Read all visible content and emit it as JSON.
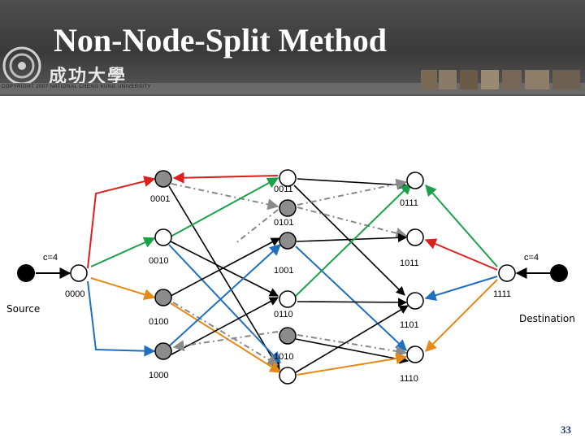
{
  "header": {
    "title": "Non-Node-Split Method",
    "school_name": "成功大學",
    "copyright": "COPYRIGHT 2007 NATIONAL CHENG KUNG UNIVERSITY"
  },
  "diagram": {
    "source_label": "Source",
    "destination_label": "Destination",
    "source_capacity": "c=4",
    "destination_capacity": "c=4",
    "node_labels": {
      "0000": "0000",
      "0001": "0001",
      "0010": "0010",
      "0100": "0100",
      "1000": "1000",
      "0011": "0011",
      "0101": "0101",
      "1001": "1001",
      "0110": "0110",
      "1010": "1010",
      "0111": "0111",
      "1011": "1011",
      "1101": "1101",
      "1110": "1110",
      "1111": "1111"
    },
    "colors": {
      "red": "#dd1f1f",
      "blue": "#1f6fbf",
      "green": "#1aa14a",
      "orange": "#e58a17",
      "black": "#000000",
      "dashed": "#8a8a8a",
      "gray_node": "#8c8c8c"
    }
  },
  "footer": {
    "page_number": "33"
  }
}
